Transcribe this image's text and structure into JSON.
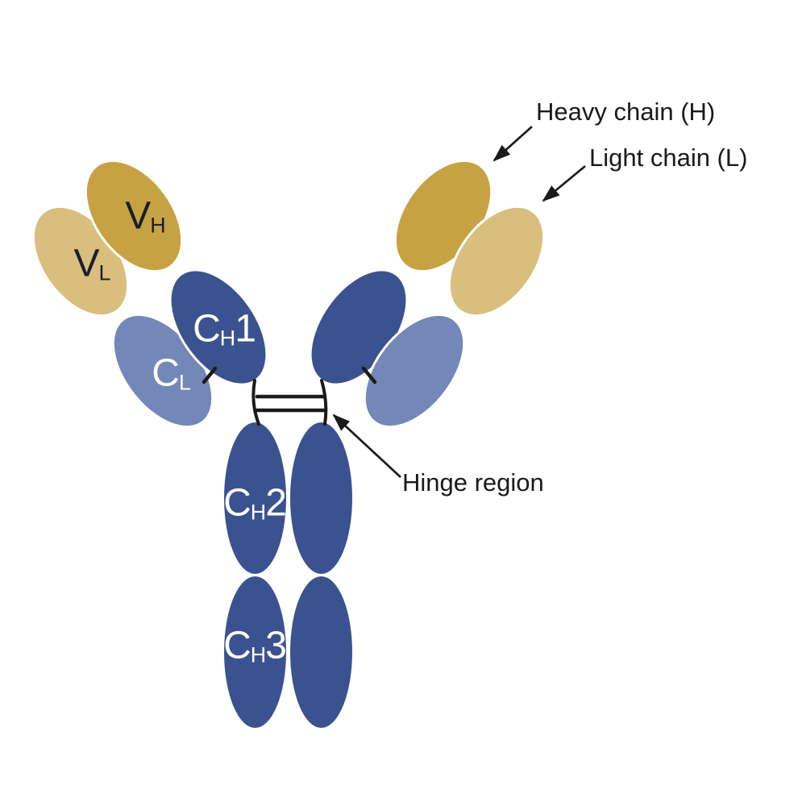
{
  "colors": {
    "background": "#ffffff",
    "heavy_gold": "#c7a243",
    "light_gold": "#d9be7e",
    "heavy_blue": "#3a528f",
    "light_blue": "#7387b8",
    "dark_label": "#1b1f2a",
    "white_label": "#ffffff",
    "line": "#1a1a1a"
  },
  "domain_labels": {
    "vh": {
      "main": "V",
      "sub": "H",
      "suffix": ""
    },
    "vl": {
      "main": "V",
      "sub": "L",
      "suffix": ""
    },
    "ch1": {
      "main": "C",
      "sub": "H",
      "suffix": "1"
    },
    "cl": {
      "main": "C",
      "sub": "L",
      "suffix": ""
    },
    "ch2": {
      "main": "C",
      "sub": "H",
      "suffix": "2"
    },
    "ch3": {
      "main": "C",
      "sub": "H",
      "suffix": "3"
    }
  },
  "annotations": {
    "heavy_chain": "Heavy chain (H)",
    "light_chain": "Light chain (L)",
    "hinge_region": "Hinge region"
  }
}
